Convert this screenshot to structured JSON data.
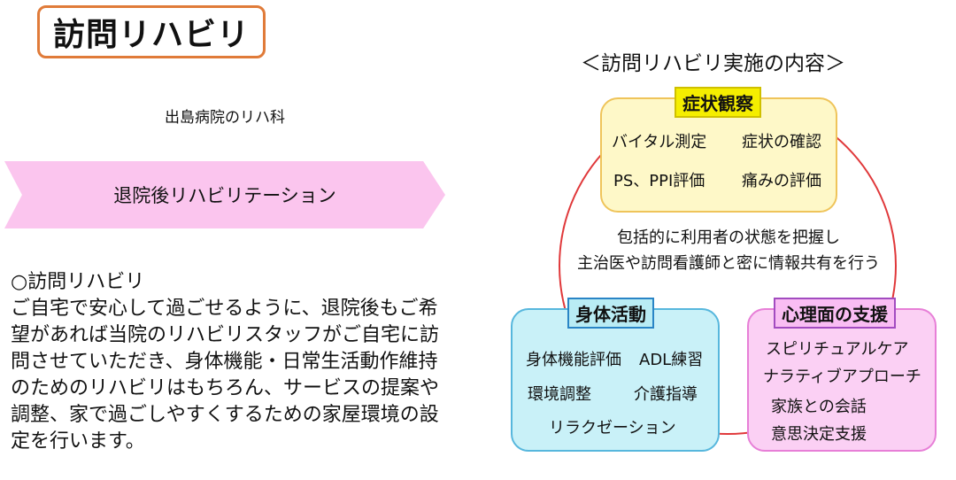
{
  "title": "訪問リハビリ",
  "hospital_department": "出島病院のリハ科",
  "banner": "退院後リハビリテーション",
  "description": {
    "heading": "○訪問リハビリ",
    "lines": [
      "ご自宅で安心して過ごせるように、退院後もご希",
      "望があれば当院のリハビリスタッフがご自宅に訪",
      "問させていただき、身体機能・日常生活動作維持",
      "のためのリハビリはもちろん、サービスの提案や",
      "調整、家で過ごしやすくするための家屋環境の設",
      "定を行います。"
    ]
  },
  "diagram": {
    "heading": "＜訪問リハビリ実施の内容＞",
    "center_lines": [
      "包括的に利用者の状態を把握し",
      "主治医や訪問看護師と密に情報共有を行う"
    ],
    "observation": {
      "label": "症状観察",
      "items": [
        "バイタル測定",
        "症状の確認",
        "PS、PPI評価",
        "痛みの評価"
      ]
    },
    "physical": {
      "label": "身体活動",
      "items": [
        "身体機能評価",
        "ADL練習",
        "環境調整",
        "介護指導",
        "リラクゼーション"
      ]
    },
    "psychological": {
      "label": "心理面の支援",
      "items": [
        "スピリチュアルケア",
        "ナラティブアプローチ",
        "家族との会話",
        "意思決定支援"
      ]
    },
    "colors": {
      "ring": "#e0383a",
      "observation_fill": "#fef8c8",
      "observation_tag": "#f5ee00",
      "physical_fill": "#c9f1f8",
      "physical_tag": "#b9ecf4",
      "psychological_fill": "#fbd0f4",
      "psychological_tag": "#f9bdf3",
      "title_border": "#e07b39",
      "banner_fill": "#fbc5ee"
    }
  }
}
